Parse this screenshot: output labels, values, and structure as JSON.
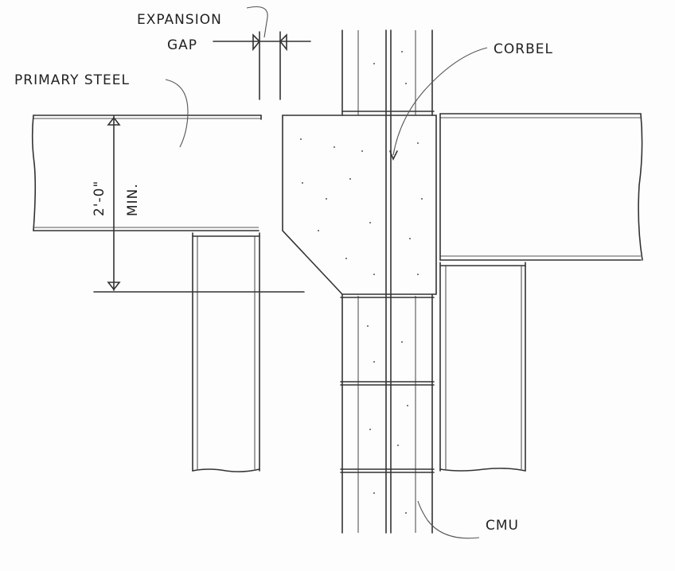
{
  "labels": {
    "expansion_gap_line1": "EXPANSION",
    "expansion_gap_line2": "GAP",
    "primary_steel": "PRIMARY STEEL",
    "corbel": "CORBEL",
    "cmu": "CMU",
    "dimension_value": "2'-0\"",
    "dimension_qualifier": "MIN."
  },
  "colors": {
    "ink": "#333333",
    "paper": "#fdfdfd"
  }
}
